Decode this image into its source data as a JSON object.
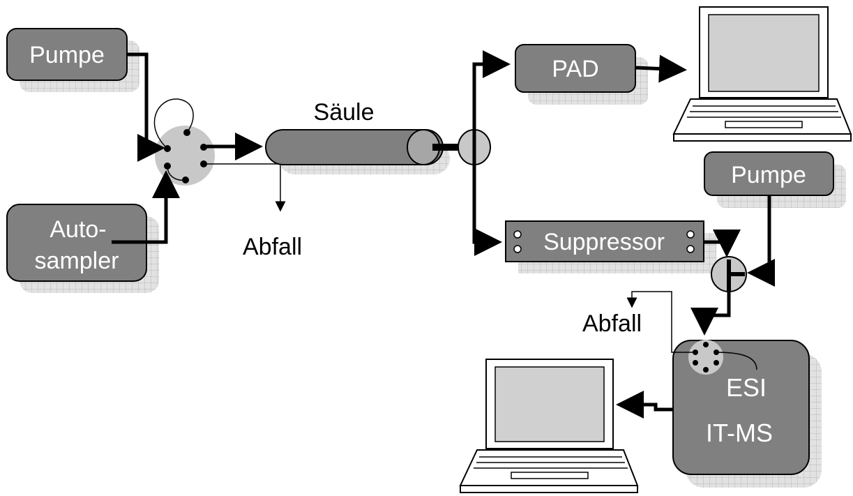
{
  "components": {
    "pump_left": "Pumpe",
    "autosampler_line1": "Auto-",
    "autosampler_line2": "sampler",
    "column": "Säule",
    "waste_left": "Abfall",
    "pad": "PAD",
    "suppressor": "Suppressor",
    "pump_right": "Pumpe",
    "waste_right": "Abfall",
    "ms_line1": "ESI",
    "ms_line2": "IT-MS"
  },
  "colors": {
    "box_fill": "#808080",
    "box_stroke": "#000000",
    "shadow_fill": "#d9d9d9",
    "valve_fill": "#c8c8c8",
    "screen_fill": "#d0d0d0",
    "line": "#000000"
  }
}
